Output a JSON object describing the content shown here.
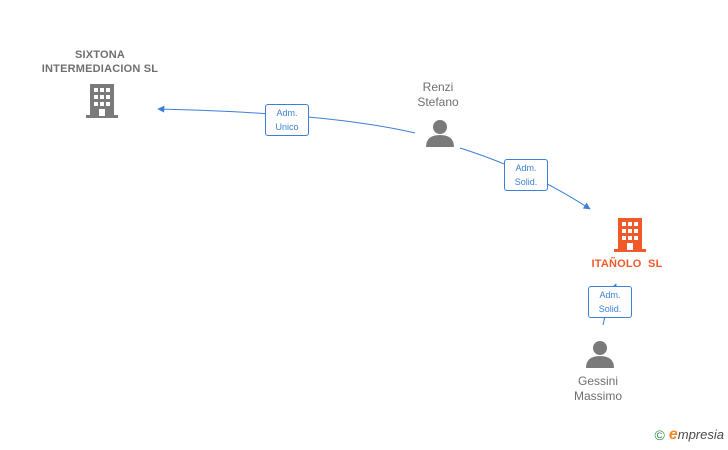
{
  "nodes": {
    "sixtona": {
      "label_line1": "SIXTONA",
      "label_line2": "INTERMEDIACION SL",
      "type": "company",
      "color": "#7a7a7a"
    },
    "renzi": {
      "label_line1": "Renzi",
      "label_line2": "Stefano",
      "type": "person",
      "color": "#7a7a7a"
    },
    "itanolo": {
      "label": "ITAÑOLO  SL",
      "type": "company",
      "color": "#f05a28"
    },
    "gessini": {
      "label_line1": "Gessini",
      "label_line2": "Massimo",
      "type": "person",
      "color": "#7a7a7a"
    }
  },
  "edges": {
    "renzi_sixtona": {
      "line1": "Adm.",
      "line2": "Unico"
    },
    "renzi_itanolo": {
      "line1": "Adm.",
      "line2": "Solid."
    },
    "gessini_itanolo": {
      "line1": "Adm.",
      "line2": "Solid."
    }
  },
  "colors": {
    "edge": "#3c7fd6",
    "node_gray": "#7a7a7a",
    "node_highlight": "#f05a28"
  },
  "brand": {
    "copyright": "©",
    "e": "e",
    "rest": "mpresia"
  }
}
